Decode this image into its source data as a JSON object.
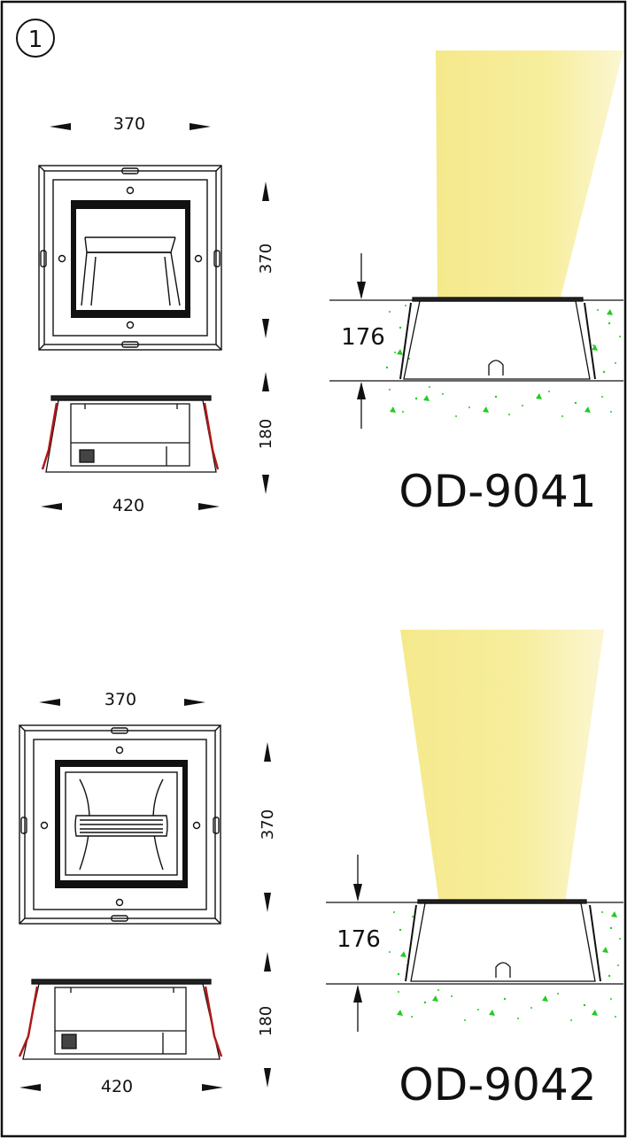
{
  "sheet": {
    "number": "1"
  },
  "products": [
    {
      "model": "OD-9041",
      "top_width": "370",
      "top_depth": "370",
      "side_height": "180",
      "base_width": "420",
      "install_depth": "176",
      "reflector": "rectangular-reflector"
    },
    {
      "model": "OD-9042",
      "top_width": "370",
      "top_depth": "370",
      "side_height": "180",
      "base_width": "420",
      "install_depth": "176",
      "reflector": "cylindrical-lamp-reflector"
    }
  ],
  "colors": {
    "beam_light": "#f8f0b0",
    "beam_dark": "#f5e98a",
    "gravel": "#22cc22",
    "red_gasket": "#b01818",
    "line": "#111111"
  }
}
